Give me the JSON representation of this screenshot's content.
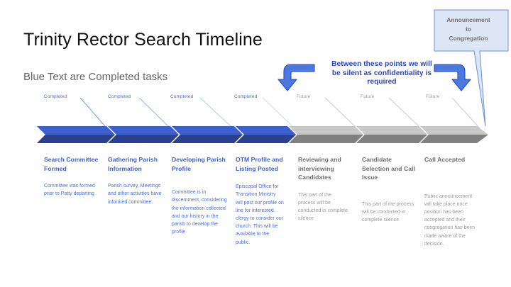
{
  "header": {
    "title": "Trinity Rector Search Timeline",
    "subtitle": "Blue Text are Completed tasks"
  },
  "colors": {
    "completed_band_top": "#3c60d0",
    "completed_band_bottom": "#2b418f",
    "future_band_top": "#c8c8c8",
    "future_band_bottom": "#808080",
    "completed_text": "#4a6fd4",
    "future_text": "#9a9a9a",
    "accent_blue": "#2b46c4",
    "callout_fill": "#dce6f5",
    "callout_border": "#6b8fd4",
    "arrow_fill": "#4a7ae0",
    "arrow_stroke": "#2b46c4"
  },
  "silence_banner": {
    "line1": "Between these points we will",
    "line2": "be silent as confidentiality is",
    "line3": "required"
  },
  "announcement_callout": {
    "line1": "Announcement",
    "line2": "to",
    "line3": "Congregation"
  },
  "status_labels": {
    "completed": "Completed",
    "future": "Future"
  },
  "stages": [
    {
      "status": "Completed",
      "status_kind": "done",
      "heading": "Search Committee Formed",
      "body": "Committee was formed prior to Patty departing"
    },
    {
      "status": "Completed",
      "status_kind": "done",
      "heading": "Gathering Parish Information",
      "body": "Parish survey, Meetings and other activities have informed committee."
    },
    {
      "status": "Completed",
      "status_kind": "done",
      "heading": "Developing Parish Profile",
      "body": "Committee is in discernment, considering the information collected and our history in the parish to develop the profile"
    },
    {
      "status": "Completed",
      "status_kind": "done",
      "heading": "OTM Profile and Listing Posted",
      "body": "Episcopal Office for Transition Ministry will post our profile on line for interested clergy to consider our church. This will be available to the public."
    },
    {
      "status": "Future",
      "status_kind": "future",
      "heading": "Reviewing and interviewing Candidates",
      "body": "This part of the process will be conducted in complete silence"
    },
    {
      "status": "Future",
      "status_kind": "future",
      "heading": "Candidate Selection and Call Issue",
      "body": "This part of the process will be conducted in complete silence"
    },
    {
      "status": "Future",
      "status_kind": "future",
      "heading": "Call Accepted",
      "body": "Public announcement will take place once position has been accepted and their congregation has been made aware of the decision."
    }
  ]
}
